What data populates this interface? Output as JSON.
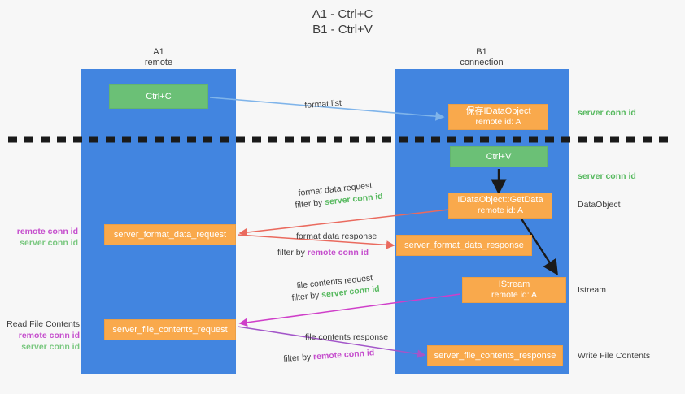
{
  "title": {
    "line1": "A1 - Ctrl+C",
    "line2": "B1 - Ctrl+V"
  },
  "lanes": [
    {
      "id": "a1",
      "name": "A1",
      "sub": "remote"
    },
    {
      "id": "b1",
      "name": "B1",
      "sub": "connection"
    }
  ],
  "nodes": {
    "ctrl_c": {
      "line1": "Ctrl+C",
      "line2": ""
    },
    "save_idataobject": {
      "line1": "保存IDataObject",
      "line2": "remote id: A"
    },
    "ctrl_v": {
      "line1": "Ctrl+V",
      "line2": ""
    },
    "getdata": {
      "line1": "IDataObject::GetData",
      "line2": "remote id: A"
    },
    "server_format_data_request": {
      "line1": "server_format_data_request",
      "line2": ""
    },
    "server_format_data_response": {
      "line1": "server_format_data_response",
      "line2": ""
    },
    "istream": {
      "line1": "IStream",
      "line2": "remote id: A"
    },
    "server_file_contents_request": {
      "line1": "server_file_contents_request",
      "line2": ""
    },
    "server_file_contents_response": {
      "line1": "server_file_contents_response",
      "line2": ""
    }
  },
  "edge_labels": {
    "format_list": "format list",
    "format_data_request": "format data request",
    "format_data_response": "format data response",
    "file_contents_request": "file contents request",
    "file_contents_response": "file contents response",
    "filter_by": "filter by",
    "server_conn_id": "server conn id",
    "remote_conn_id": "remote conn id"
  },
  "right_annotations": [
    {
      "text": "server conn id",
      "kind": "green"
    },
    {
      "text": "server conn id",
      "kind": "green"
    },
    {
      "text": "DataObject",
      "kind": "dark"
    },
    {
      "text": "Istream",
      "kind": "dark"
    },
    {
      "text": "Write File Contents",
      "kind": "dark"
    }
  ],
  "left_annotations": [
    {
      "title": "",
      "remote": "remote conn id",
      "server": "server conn id"
    },
    {
      "title": "Read File Contents",
      "remote": "remote conn id",
      "server": "server conn id"
    }
  ],
  "colors": {
    "lane": "#4285e0",
    "green_node": "#6bc076",
    "orange_node": "#f9a94c",
    "green_text": "#57b95f",
    "magenta_text": "#c54ecd",
    "blue_arrow": "#7fb4ea",
    "red_arrow": "#ea6a5e",
    "magenta_arrow": "#cf3fc9",
    "purple_arrow": "#a356c9",
    "black_arrow": "#1a1a1a",
    "background": "#f7f7f7"
  }
}
